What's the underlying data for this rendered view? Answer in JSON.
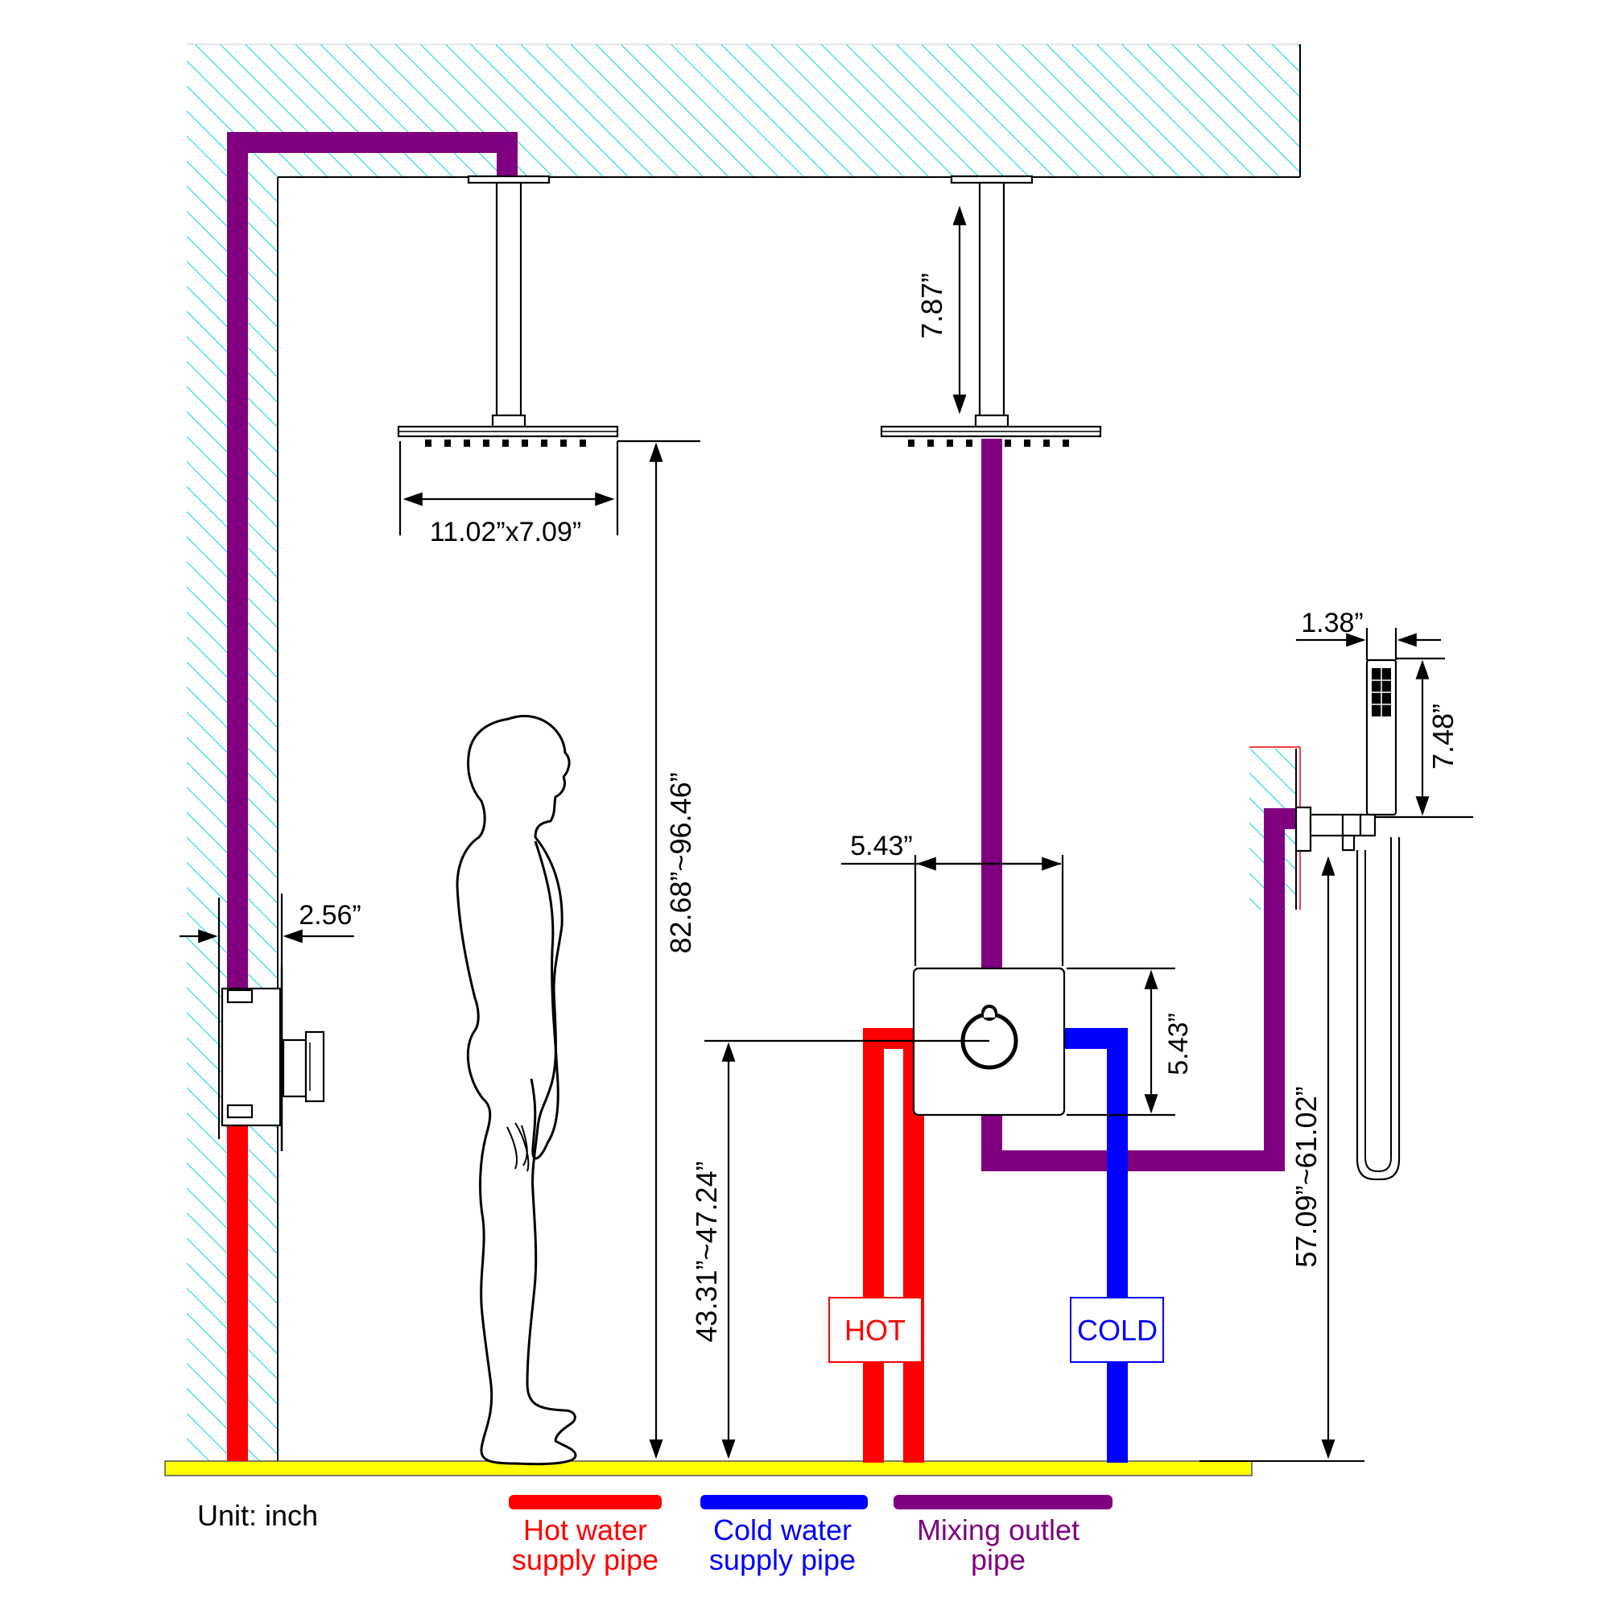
{
  "unit_label": "Unit: inch",
  "colors": {
    "hot": "#ff0000",
    "cold": "#0000ff",
    "mix": "#800080",
    "floor": "#ffff00",
    "hatch": "#00d8e0"
  },
  "dimensions": {
    "head_size": "11.02”x7.09”",
    "arm_length": "7.87”",
    "shower_height": "82.68”~96.46”",
    "side_depth": "2.56”",
    "valve_width": "5.43”",
    "valve_height": "5.43”",
    "valve_mount_height": "43.31”~47.24”",
    "handheld_width": "1.38”",
    "handheld_length": "7.48”",
    "outlet_height": "57.09”~61.02”"
  },
  "pipe_tags": {
    "hot": "HOT",
    "cold": "COLD"
  },
  "legend": [
    {
      "key": "hot",
      "line1": "Hot water",
      "line2": "supply pipe"
    },
    {
      "key": "cold",
      "line1": "Cold water",
      "line2": "supply pipe"
    },
    {
      "key": "mix",
      "line1": "Mixing outlet",
      "line2": "pipe"
    }
  ]
}
